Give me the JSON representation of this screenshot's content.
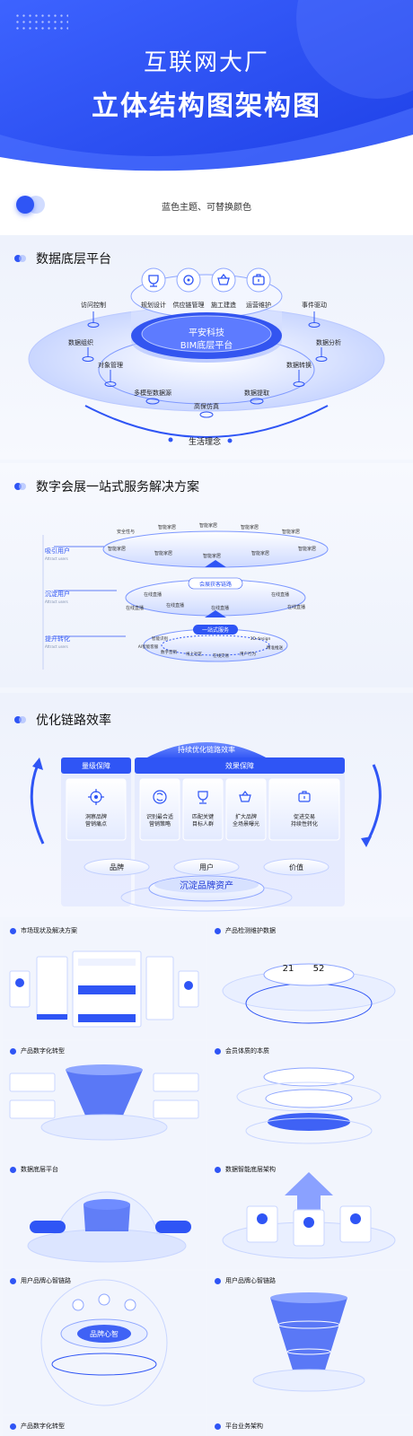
{
  "hero": {
    "title_line1": "互联网大厂",
    "title_line2": "立体结构图架构图"
  },
  "theme": {
    "label": "蓝色主题、可替换颜色"
  },
  "colors": {
    "primary": "#2f55f5",
    "light": "#c5d3ff",
    "bg": "#f3f6fd"
  },
  "section1": {
    "title": "数据底层平台",
    "icons": [
      "trophy-icon",
      "target-icon",
      "basket-icon",
      "case-icon"
    ],
    "top_labels": [
      "规划设计",
      "供应链管理",
      "施工建造",
      "运营维护"
    ],
    "center_line1": "平安科技",
    "center_line2": "BIM底层平台",
    "left_labels": [
      "访问控制",
      "数据组织",
      "对象管理"
    ],
    "right_labels": [
      "事件驱动",
      "数据分析",
      "数据转换"
    ],
    "bottom_labels": [
      "多模型数据源",
      "高保仿真",
      "数据提取"
    ],
    "footer": "生活理念"
  },
  "section2": {
    "title": "数字会展一站式服务解决方案",
    "side_labels": [
      "吸引用户",
      "沉淀用户",
      "提升转化"
    ],
    "side_sub": "Attract users",
    "top_tags": [
      "安全性与",
      "智能家居",
      "智能家居",
      "智能家居",
      "智能家居"
    ],
    "layer1": [
      "智能家居",
      "智能家居",
      "智能家居",
      "智能家居",
      "智能家居"
    ],
    "badge1": "会展获客链路",
    "layer2": [
      "在线直播",
      "在线直播",
      "在线直播",
      "在线直播",
      "在线直播",
      "在线直播"
    ],
    "badge2": "一站式服务",
    "layer3": [
      "智能识别",
      "3D design",
      "AI智能客服",
      "数字营销",
      "线上社区",
      "在线交易",
      "用户行为",
      "精准推送"
    ]
  },
  "section3": {
    "title": "优化链路效率",
    "banner": "持续优化链路效率",
    "col_left_head": "量级保障",
    "col_right_head": "效果保障",
    "cards": [
      {
        "icon": "crosshair-icon",
        "line1": "洞察品牌",
        "line2": "营销痛点"
      },
      {
        "icon": "refresh-icon",
        "line1": "识别最合适",
        "line2": "营销策略"
      },
      {
        "icon": "trophy-icon",
        "line1": "匹配关键",
        "line2": "目标人群"
      },
      {
        "icon": "basket-icon",
        "line1": "扩大品牌",
        "line2": "全场景曝光"
      },
      {
        "icon": "case-icon",
        "line1": "促进交易",
        "line2": "持续性转化"
      }
    ],
    "pills": [
      "品牌",
      "用户",
      "价值"
    ],
    "base": "沉淀品牌资产"
  },
  "thumbs": [
    {
      "title": "市场现状及解决方案"
    },
    {
      "title": "产品检测维护数据",
      "numbers": [
        "21",
        "52"
      ]
    },
    {
      "title": "产品数字化转型"
    },
    {
      "title": "会员体质的本质"
    },
    {
      "title": "数据底层平台"
    },
    {
      "title": "数据智能底层架构"
    },
    {
      "title": "用户品牌心智链路",
      "center": "品牌心智"
    },
    {
      "title": "用户品牌心智链路"
    },
    {
      "title": "产品数字化转型"
    },
    {
      "title": "平台业务架构"
    }
  ]
}
